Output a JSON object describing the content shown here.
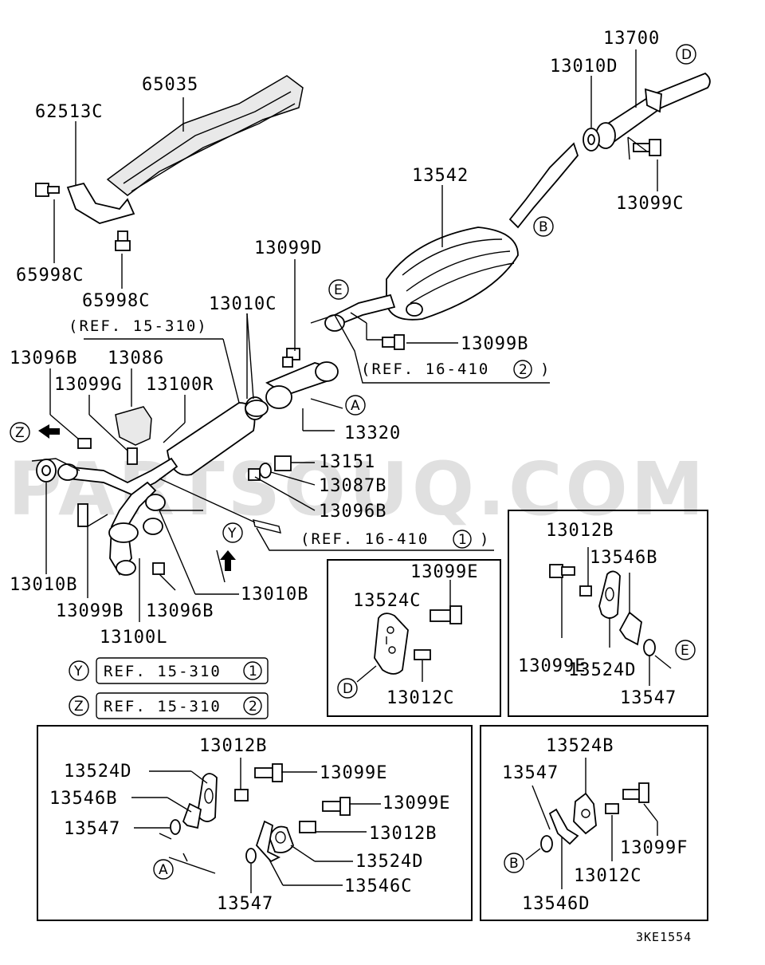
{
  "watermark": "PARTSOUQ.COM",
  "diagram_code": "3KE1554",
  "labels": {
    "p13700": "13700",
    "p13010D": "13010D",
    "p65035": "65035",
    "p62513C": "62513C",
    "p13099C": "13099C",
    "p13542": "13542",
    "p65998C_a": "65998C",
    "p65998C_b": "65998C",
    "p13099D": "13099D",
    "p13010C": "13010C",
    "p13099B_top": "13099B",
    "p13096B_top": "13096B",
    "p13086": "13086",
    "p13099G": "13099G",
    "p13100R": "13100R",
    "p13320": "13320",
    "p13151": "13151",
    "p13087B": "13087B",
    "p13096B_mid": "13096B",
    "p13010B_left": "13010B",
    "p13010B_right": "13010B",
    "p13099B_low": "13099B",
    "p13096B_low": "13096B",
    "p13100L": "13100L",
    "b1_13099E": "13099E",
    "b1_13524C": "13524C",
    "b1_13012C": "13012C",
    "b2_13012B": "13012B",
    "b2_13546B": "13546B",
    "b2_13099E": "13099E",
    "b2_13524D": "13524D",
    "b2_13547": "13547",
    "b3_13012B_a": "13012B",
    "b3_13524D_a": "13524D",
    "b3_13099E_a": "13099E",
    "b3_13546B": "13546B",
    "b3_13099E_b": "13099E",
    "b3_13547_a": "13547",
    "b3_13012B_b": "13012B",
    "b3_13524D_b": "13524D",
    "b3_13546C": "13546C",
    "b3_13547_b": "13547",
    "b4_13524B": "13524B",
    "b4_13547": "13547",
    "b4_13099F": "13099F",
    "b4_13012C": "13012C",
    "b4_13546D": "13546D"
  },
  "refs": {
    "ref_15_310": "(REF. 15-310)",
    "ref_16_410_2": "(REF. 16-410",
    "ref_16_410_2_close": ")",
    "ref_16_410_1": "(REF. 16-410",
    "ref_16_410_1_close": ")",
    "legend_y_text": "REF. 15-310",
    "legend_z_text": "REF. 15-310"
  },
  "circles": {
    "D_top": "D",
    "B_top": "B",
    "E_top": "E",
    "A_mid": "A",
    "Y_mid": "Y",
    "Z_left": "Z",
    "num2": "2",
    "num1": "1",
    "leg_Y": "Y",
    "leg_Y_num": "1",
    "leg_Z": "Z",
    "leg_Z_num": "2",
    "b1_D": "D",
    "b2_E": "E",
    "b3_A": "A",
    "b4_B": "B"
  }
}
